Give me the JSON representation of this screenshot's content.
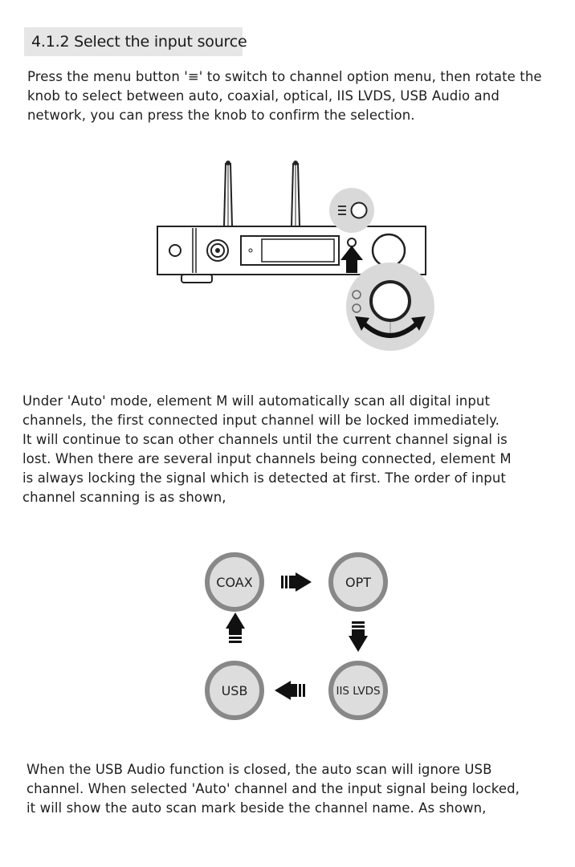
{
  "section": {
    "heading": "4.1.2 Select the input source"
  },
  "paragraphs": {
    "intro": [
      "Press the menu button '≡' to switch to channel option menu, then rotate the",
      "knob to select between auto, coaxial, optical, IIS LVDS, USB Audio and",
      "network, you can press the knob to confirm the selection."
    ],
    "auto_mode": [
      "Under 'Auto' mode, element M will automatically scan all digital input",
      "channels, the first connected input channel will be locked immediately.",
      "It will continue to scan other channels until the current channel signal is",
      "lost. When there are several input channels being connected, element M",
      "is always locking the signal which is detected at first. The order of input",
      "channel scanning is as shown,"
    ],
    "usb_note": [
      "When the USB Audio function is closed, the auto scan will ignore USB",
      "channel. When selected 'Auto' channel and the input signal being locked,",
      "it will show the auto scan mark beside the channel name. As shown,"
    ]
  },
  "device_figure": {
    "menu_symbol": "≡",
    "icons": [
      "menu-button-icon",
      "press-arrow-icon",
      "rotate-arrow-icon",
      "knob-icon",
      "antenna-icon"
    ]
  },
  "scan_order": {
    "nodes": {
      "coax": "COAX",
      "opt": "OPT",
      "iis": "IIS LVDS",
      "usb": "USB"
    }
  }
}
